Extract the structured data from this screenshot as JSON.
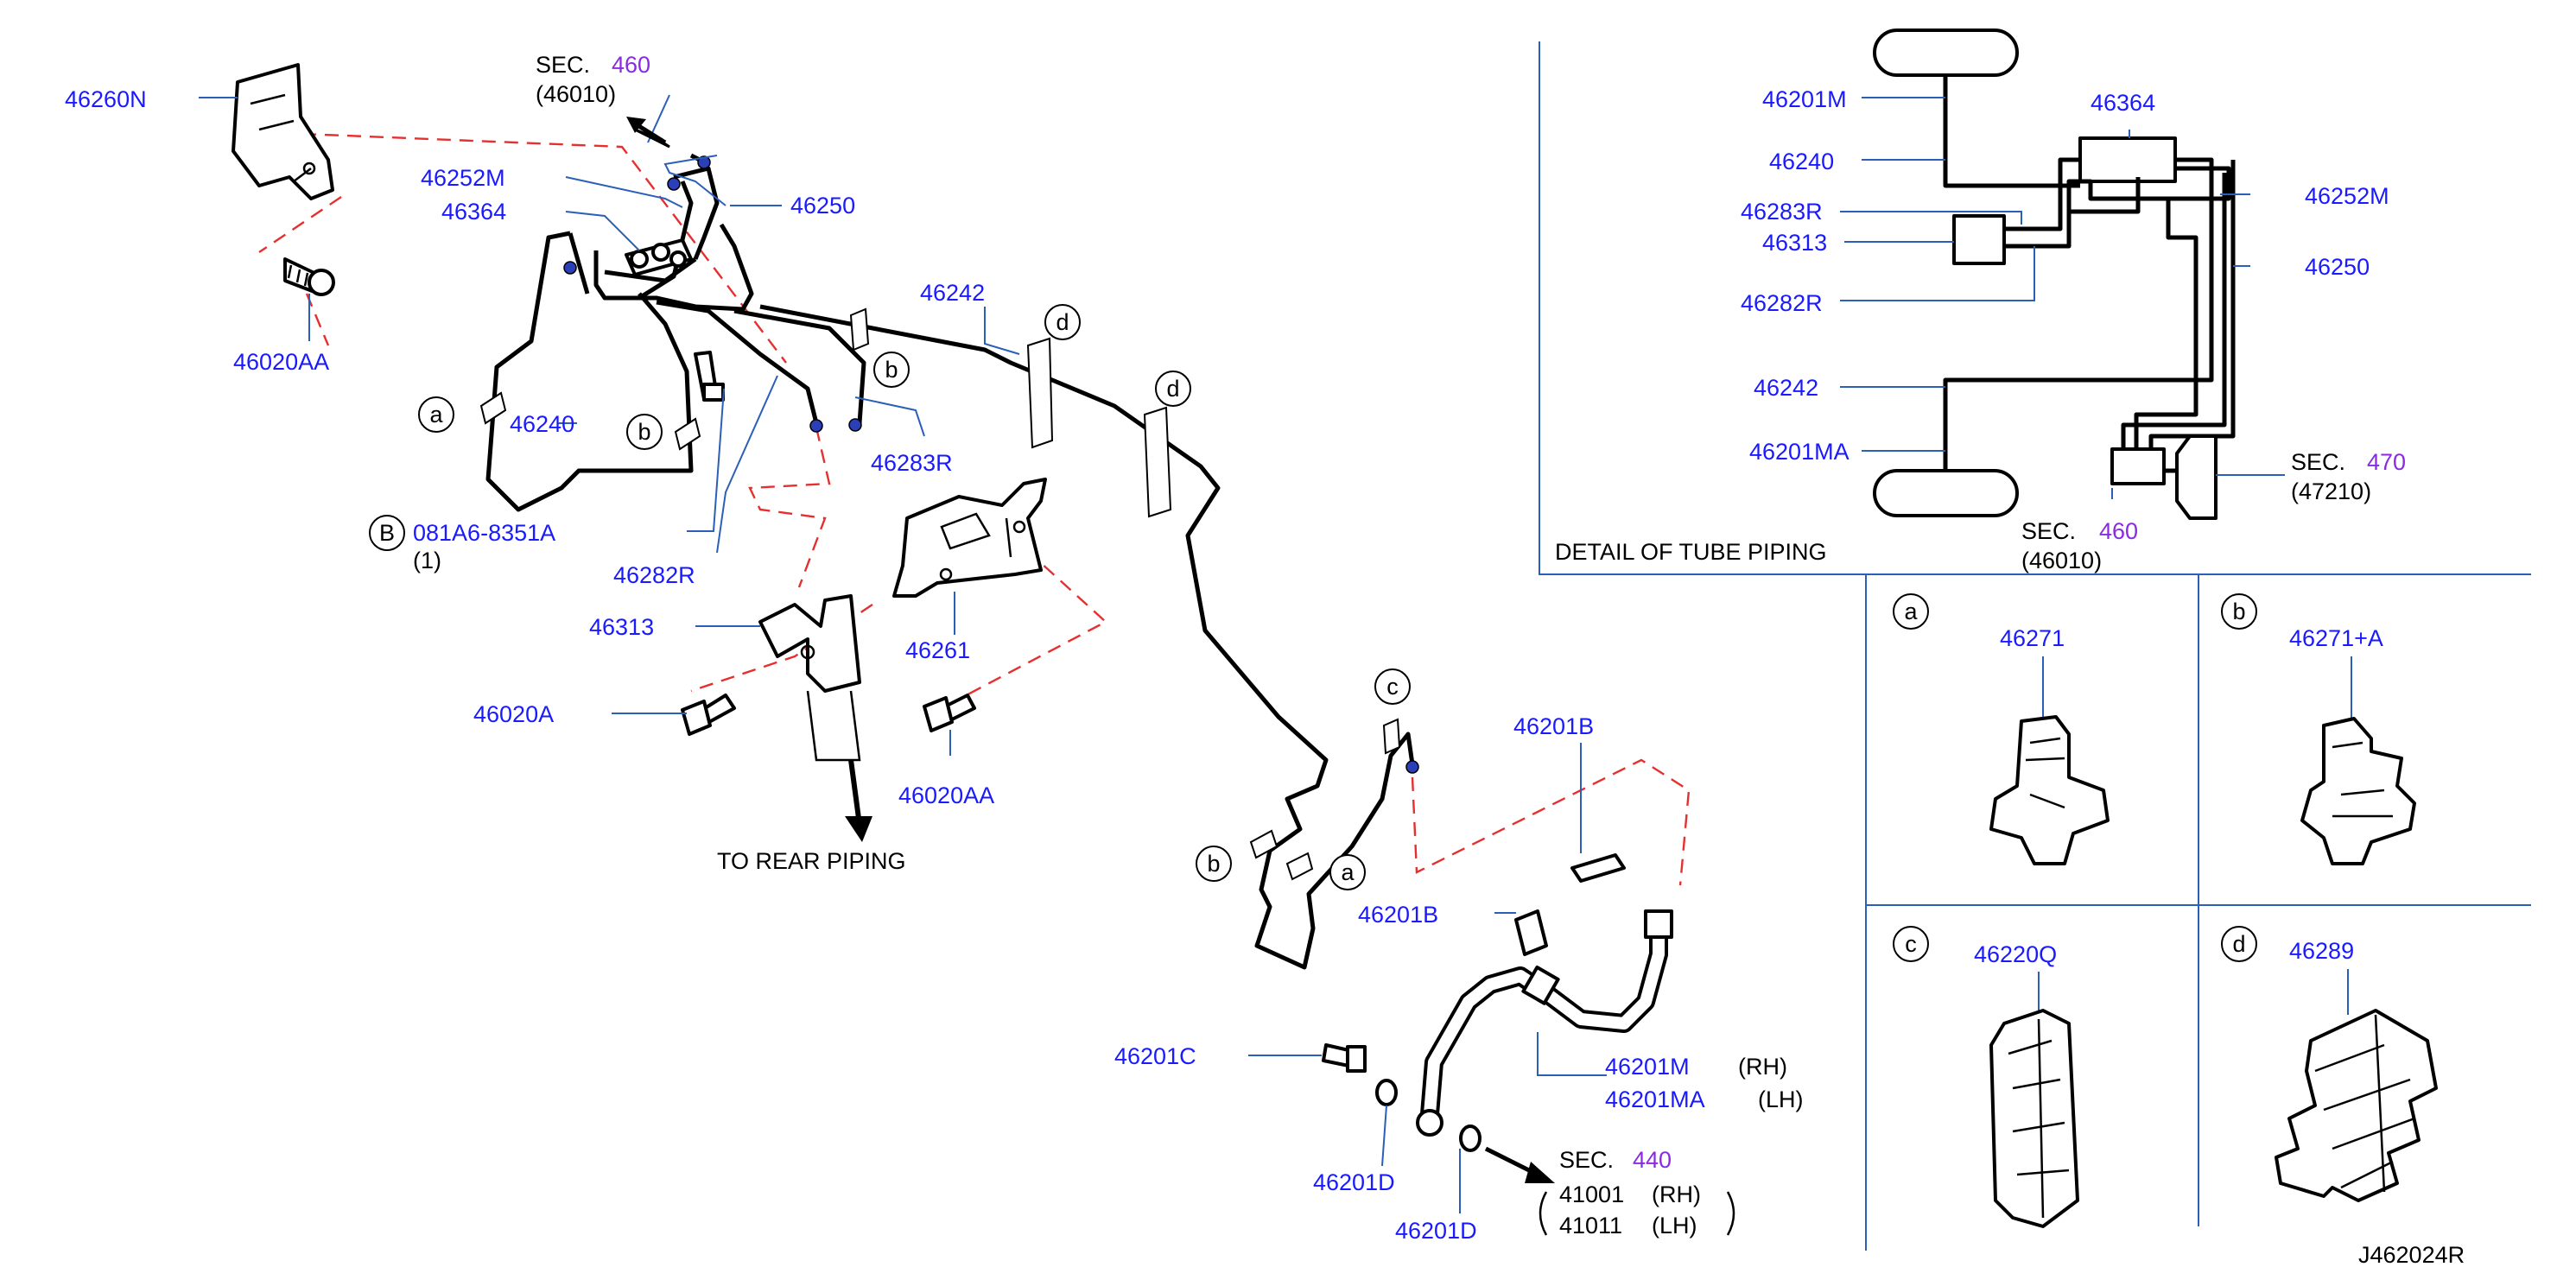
{
  "drawing_code": "J462024R",
  "detail_title": "DETAIL  OF  TUBE  PIPING",
  "to_rear": "TO  REAR  PIPING",
  "main": {
    "p46260N": "46260N",
    "p46020AA_top": "46020AA",
    "sec460": {
      "prefix": "SEC.",
      "num": "460",
      "sub": "(46010)"
    },
    "p46252M": "46252M",
    "p46364": "46364",
    "p46250": "46250",
    "p46242": "46242",
    "p46240": "46240",
    "p46283R": "46283R",
    "p46282R": "46282R",
    "bolt_code": "081A6-8351A",
    "bolt_prefix": "B",
    "bolt_qty": "(1)",
    "p46313": "46313",
    "p46261": "46261",
    "p46020A": "46020A",
    "p46020AA_bot": "46020AA",
    "p46201B_1": "46201B",
    "p46201B_2": "46201B",
    "p46201C": "46201C",
    "p46201M": "46201M",
    "p46201MA": "46201MA",
    "rh": "(RH)",
    "lh": "(LH)",
    "p46201D_1": "46201D",
    "p46201D_2": "46201D",
    "sec440": {
      "prefix": "SEC.",
      "num": "440",
      "r1": "41001",
      "r1s": "(RH)",
      "r2": "41011",
      "r2s": "(LH)"
    }
  },
  "detail": {
    "p46201M": "46201M",
    "p46240": "46240",
    "p46283R": "46283R",
    "p46313": "46313",
    "p46282R": "46282R",
    "p46242": "46242",
    "p46201MA": "46201MA",
    "p46364": "46364",
    "p46252M": "46252M",
    "p46250": "46250",
    "sec470": {
      "prefix": "SEC.",
      "num": "470",
      "sub": "(47210)"
    },
    "sec460": {
      "prefix": "SEC.",
      "num": "460",
      "sub": "(46010)"
    }
  },
  "clips": [
    {
      "letter": "a",
      "part": "46271"
    },
    {
      "letter": "b",
      "part": "46271+A"
    },
    {
      "letter": "c",
      "part": "46220Q"
    },
    {
      "letter": "d",
      "part": "46289"
    }
  ],
  "callouts": {
    "a": "a",
    "b": "b",
    "c": "c",
    "d": "d"
  }
}
